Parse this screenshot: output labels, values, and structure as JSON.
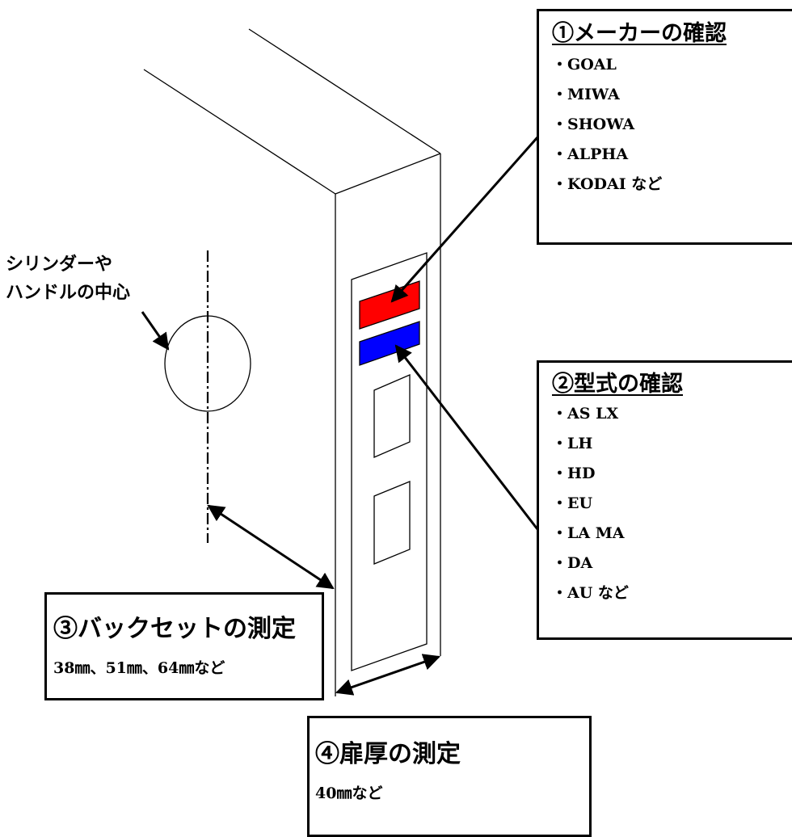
{
  "maker_box": {
    "title": "①メーカーの確認",
    "items": [
      "・GOAL",
      "・MIWA",
      "・SHOWA",
      "・ALPHA",
      "・KODAI など"
    ]
  },
  "model_box": {
    "title": "②型式の確認",
    "items": [
      "・AS LX",
      "・LH",
      "・HD",
      "・EU",
      "・LA MA",
      "・DA",
      "・AU など"
    ]
  },
  "backset_box": {
    "title": "③バックセットの測定",
    "values": "38㎜、51㎜、64㎜など"
  },
  "thickness_box": {
    "title": "④扉厚の測定",
    "values": "40㎜など"
  },
  "center_label": {
    "line1": "シリンダーや",
    "line2": "ハンドルの中心"
  },
  "colors": {
    "maker_plate": "#ff0000",
    "model_plate": "#0000ff",
    "line": "#000000"
  }
}
